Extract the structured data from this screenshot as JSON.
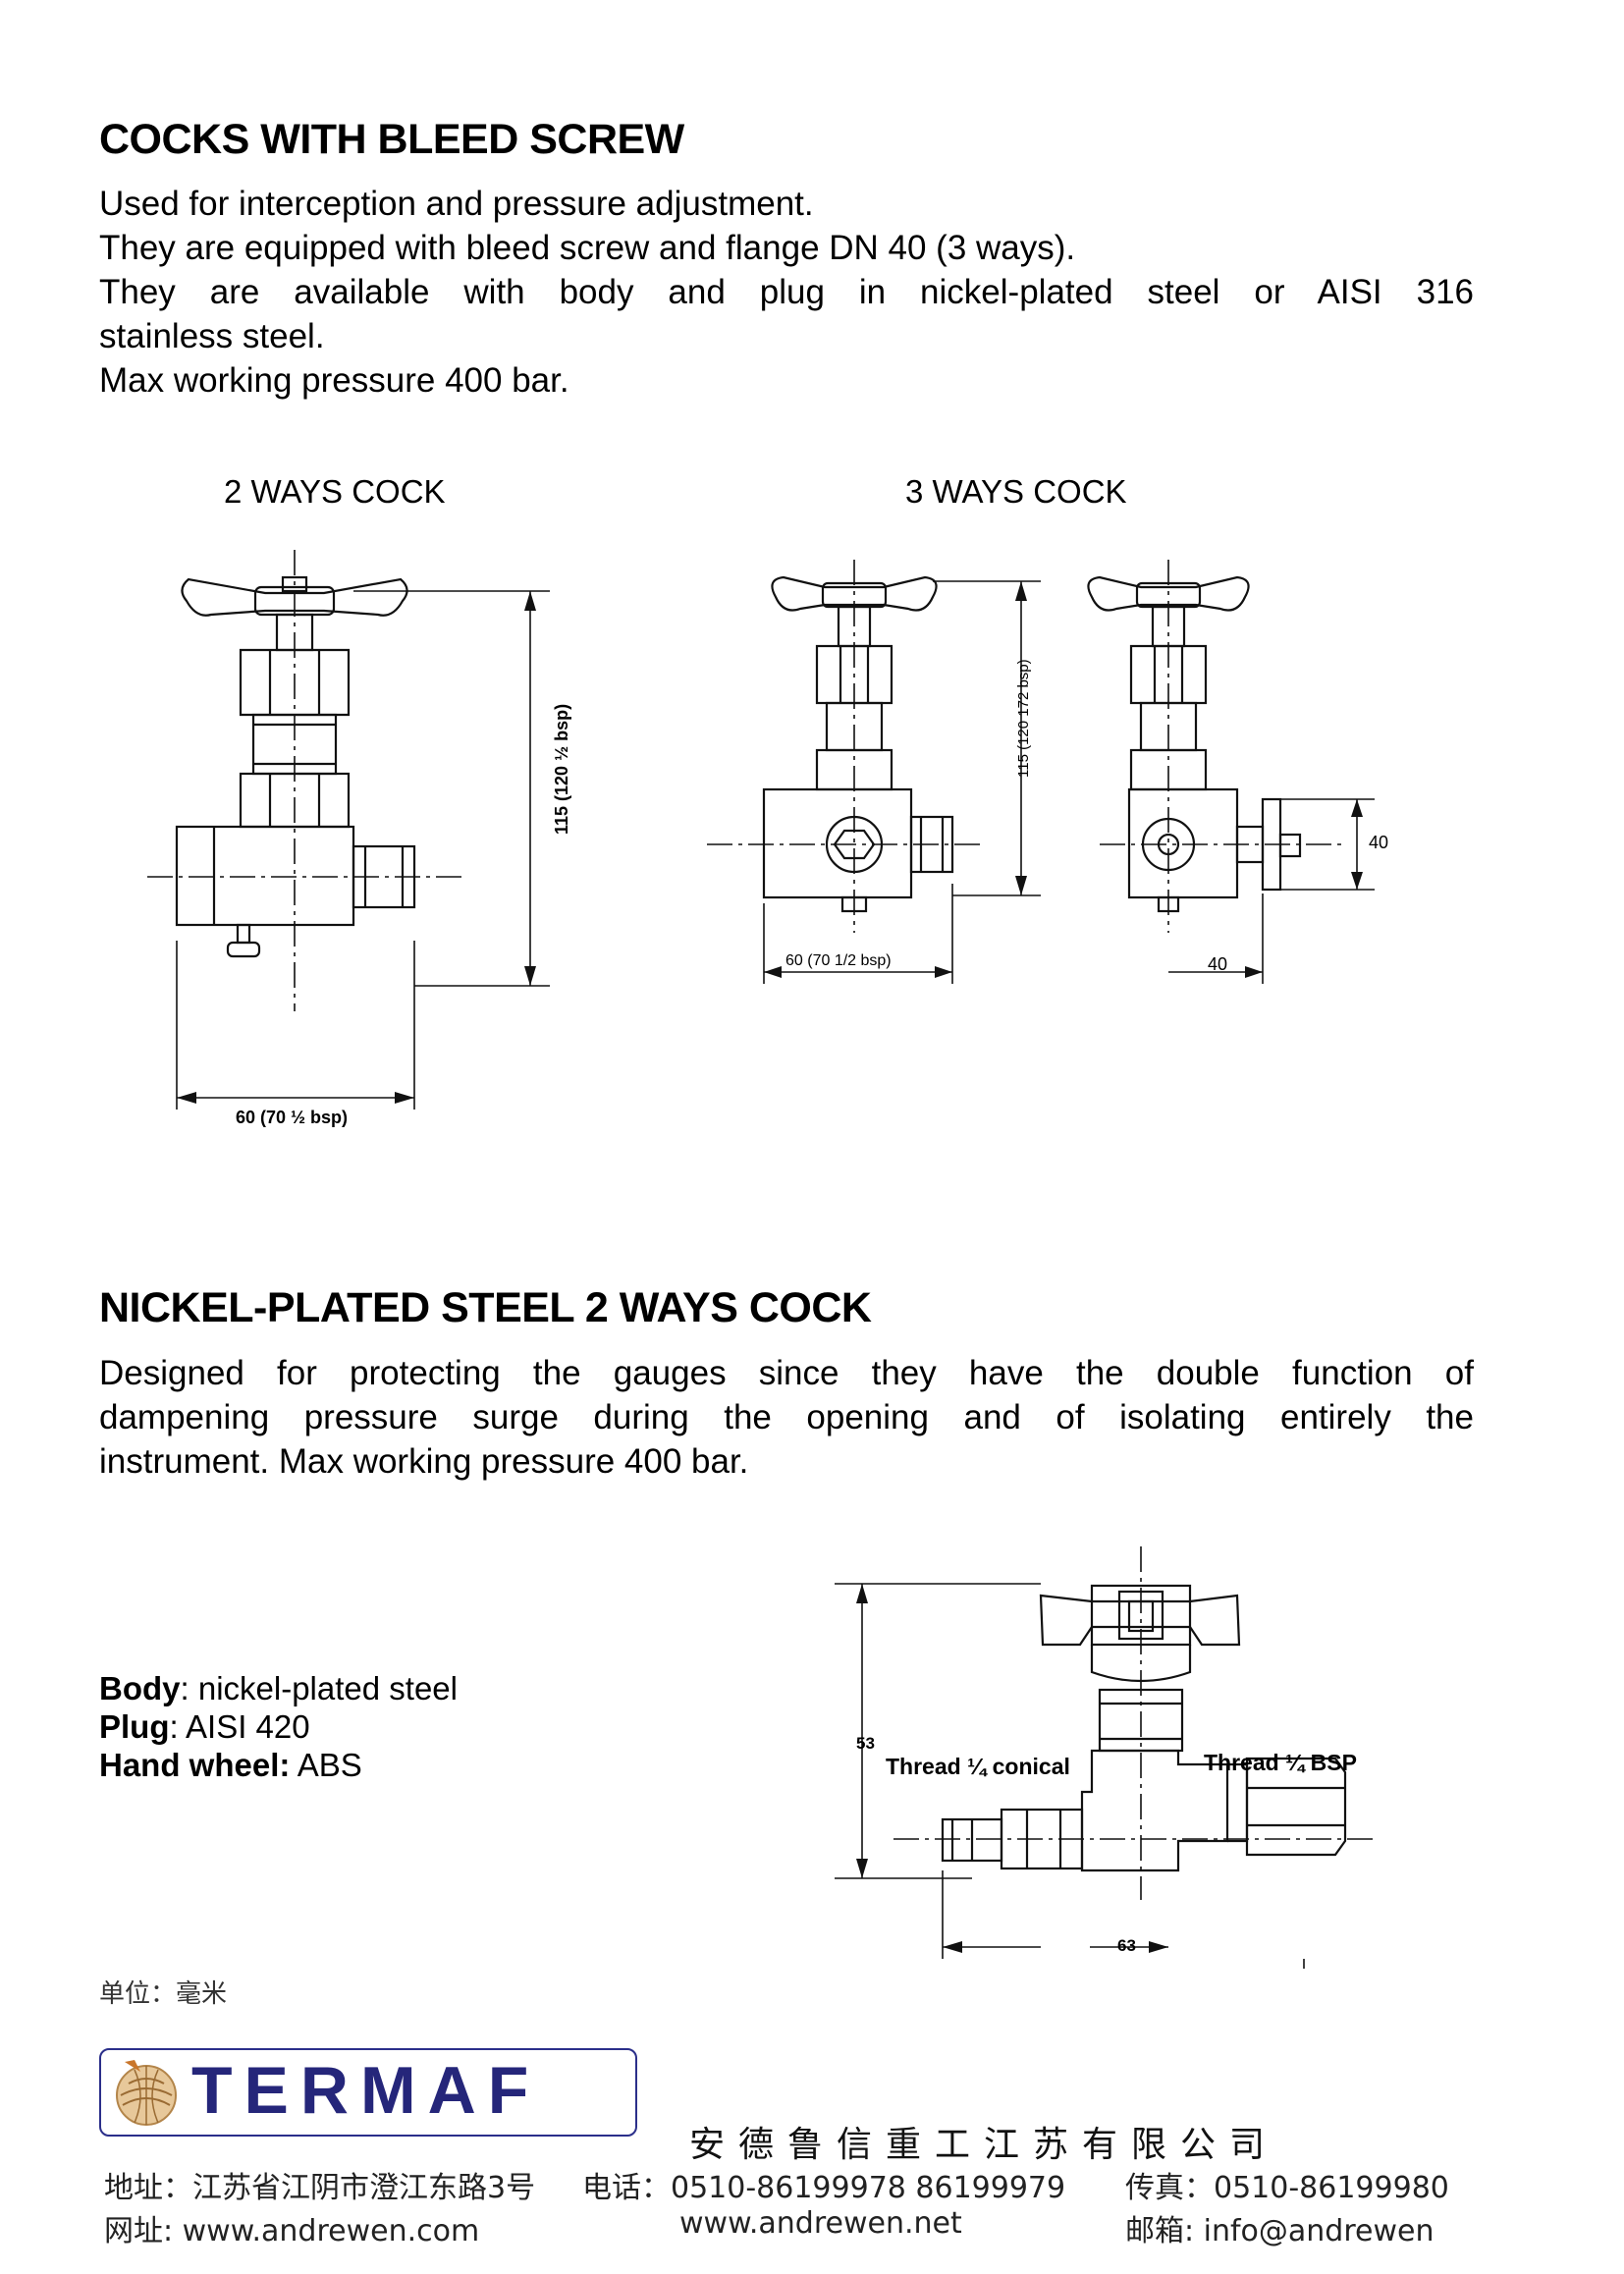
{
  "section1": {
    "title": "COCKS WITH BLEED SCREW",
    "lines": [
      "Used for interception and pressure adjustment.",
      "They are equipped with bleed screw and flange  DN 40 (3 ways).",
      "They are available with body and plug in nickel-plated steel or AISI 316",
      "stainless steel.",
      "Max working pressure 400 bar."
    ],
    "caption_2ways": "2 WAYS COCK",
    "caption_3ways": "3 WAYS COCK",
    "dims_2ways": {
      "height": "115 (120 ½ bsp)",
      "width": "60 (70 ½ bsp)"
    },
    "dims_3ways": {
      "height": "115 (120 172 bsp)",
      "width": "60 (70 1/2 bsp)",
      "flange_w": "40",
      "flange_h": "40"
    }
  },
  "section2": {
    "title": "NICKEL-PLATED STEEL  2 WAYS COCK",
    "lines": [
      "Designed for protecting the gauges since they  have the double function of",
      "dampening pressure surge during the opening and of isolating entirely the",
      "instrument. Max working pressure 400 bar."
    ],
    "specs": [
      {
        "label": "Body",
        "sep": ": ",
        "value": "nickel-plated steel"
      },
      {
        "label": "Plug",
        "sep": ":  ",
        "value": "AISI 420"
      },
      {
        "label": "Hand wheel:",
        "sep": "   ",
        "value": "ABS"
      }
    ],
    "drawing": {
      "height": "53",
      "width": "63",
      "thread_left": "Thread ¼ conical",
      "thread_right": "Thread ¼ BSP"
    },
    "unit_note": "单位：毫米"
  },
  "footer": {
    "brand": "TERMAF",
    "company": "安德鲁信重工江苏有限公司",
    "address_label": "地址：",
    "address": "江苏省江阴市澄江东路3号",
    "phone_label": "电话：",
    "phone": "0510-86199978  86199979",
    "fax_label": "传真：",
    "fax": "0510-86199980",
    "web_label": "网址",
    "web1": ": www.andrewen.com",
    "web2": "www.andrewen.net",
    "email_label": "邮箱",
    "email": ": info@andrewen"
  }
}
